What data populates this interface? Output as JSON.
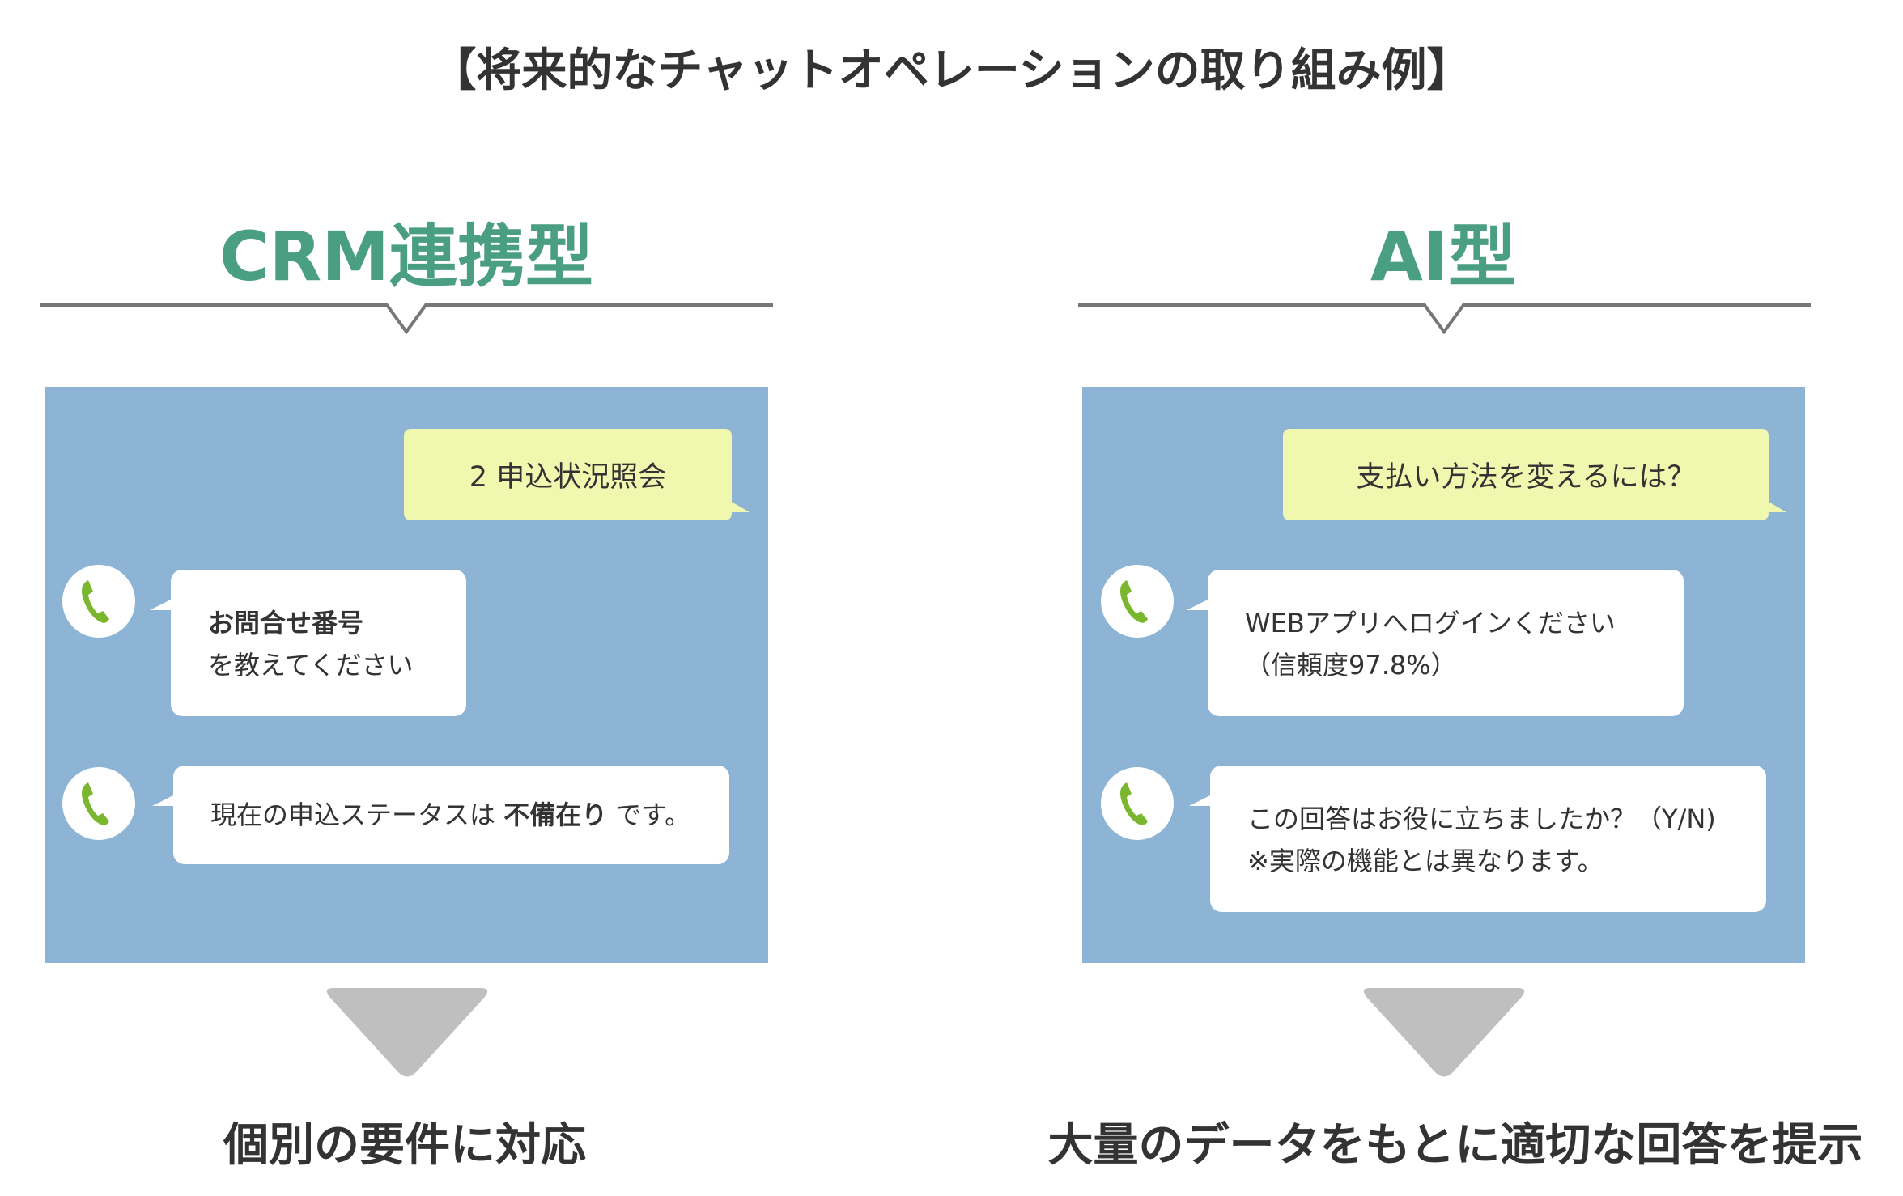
{
  "title": "【将来的なチャットオペレーションの取り組み例】",
  "colors": {
    "accent": "#4a9e82",
    "panel": "#8db4d4",
    "user_bubble": "#f0f8b0",
    "phone": "#7ab72f",
    "arrow": "#bfbfbf"
  },
  "left": {
    "heading": "CRM連携型",
    "user_message": "2 申込状況照会",
    "bot1": {
      "bold": "お問合せ番号",
      "text": "を教えてください"
    },
    "bot2": {
      "pre": "現在の申込ステータスは ",
      "bold": "不備在り",
      "post": " です。"
    },
    "result": "個別の要件に対応"
  },
  "right": {
    "heading": "AI型",
    "user_message": "支払い方法を変えるには？",
    "bot1": {
      "line1": "WEBアプリへログインください",
      "line2": "（信頼度97.8%）"
    },
    "bot2": {
      "line1": "この回答はお役に立ちましたか？（Y/N)",
      "line2": "※実際の機能とは異なります。"
    },
    "result": "大量のデータをもとに適切な回答を提示"
  }
}
